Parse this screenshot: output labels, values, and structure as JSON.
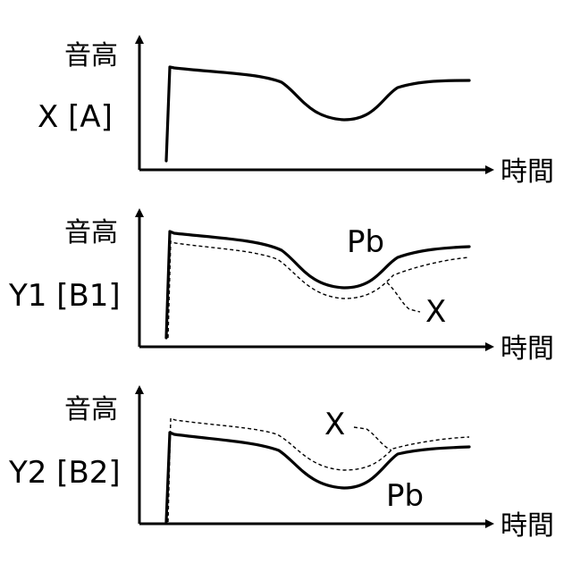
{
  "panels": [
    {
      "row_label": "X [A]",
      "y_axis_label": "音高",
      "x_axis_label": "時間"
    },
    {
      "row_label": "Y1 [B1]",
      "y_axis_label": "音高",
      "x_axis_label": "時間",
      "curve_label": "Pb",
      "reference_label": "X"
    },
    {
      "row_label": "Y2 [B2]",
      "y_axis_label": "音高",
      "x_axis_label": "時間",
      "reference_label": "X",
      "curve_label": "Pb"
    }
  ]
}
